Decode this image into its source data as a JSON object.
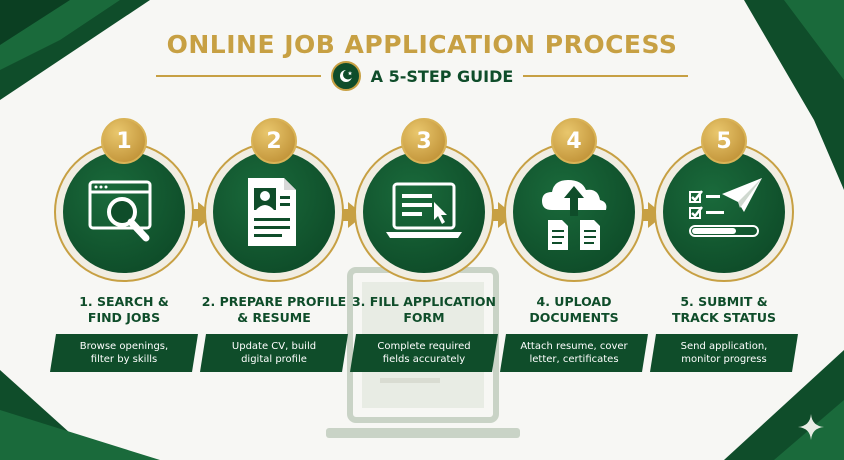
{
  "header": {
    "title": "ONLINE JOB APPLICATION PROCESS",
    "subtitle": "A 5-STEP GUIDE"
  },
  "colors": {
    "green": "#0f4d2a",
    "gold": "#c7a043",
    "background": "#f7f7f4"
  },
  "steps": [
    {
      "number": "1",
      "title_lines": [
        "1. SEARCH &",
        "FIND JOBS"
      ],
      "desc_lines": [
        "Browse openings,",
        "filter by skills"
      ],
      "icon": "browser-magnifier-icon"
    },
    {
      "number": "2",
      "title_lines": [
        "2. PREPARE PROFILE",
        "& RESUME"
      ],
      "desc_lines": [
        "Update CV, build",
        "digital profile"
      ],
      "icon": "resume-document-icon"
    },
    {
      "number": "3",
      "title_lines": [
        "3. FILL APPLICATION",
        "FORM"
      ],
      "desc_lines": [
        "Complete required",
        "fields accurately"
      ],
      "icon": "laptop-form-icon"
    },
    {
      "number": "4",
      "title_lines": [
        "4. UPLOAD",
        "DOCUMENTS"
      ],
      "desc_lines": [
        "Attach resume, cover",
        "letter, certificates"
      ],
      "icon": "cloud-upload-icon"
    },
    {
      "number": "5",
      "title_lines": [
        "5. SUBMIT &",
        "TRACK STATUS"
      ],
      "desc_lines": [
        "Send application,",
        "monitor progress"
      ],
      "icon": "checklist-send-icon"
    }
  ]
}
